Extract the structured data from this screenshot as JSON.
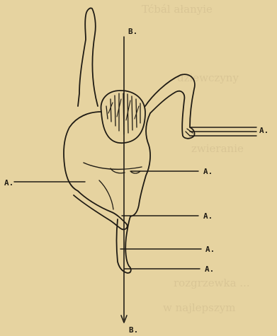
{
  "figure": {
    "axis_top_label": "B.",
    "axis_bottom_label": "B.",
    "left_label": "A.",
    "bar_label": "A.",
    "right_labels": [
      "A.",
      "A.",
      "A.",
      "A."
    ],
    "paper_color": "#e6d3a0",
    "ink_color": "#1f1b14"
  }
}
